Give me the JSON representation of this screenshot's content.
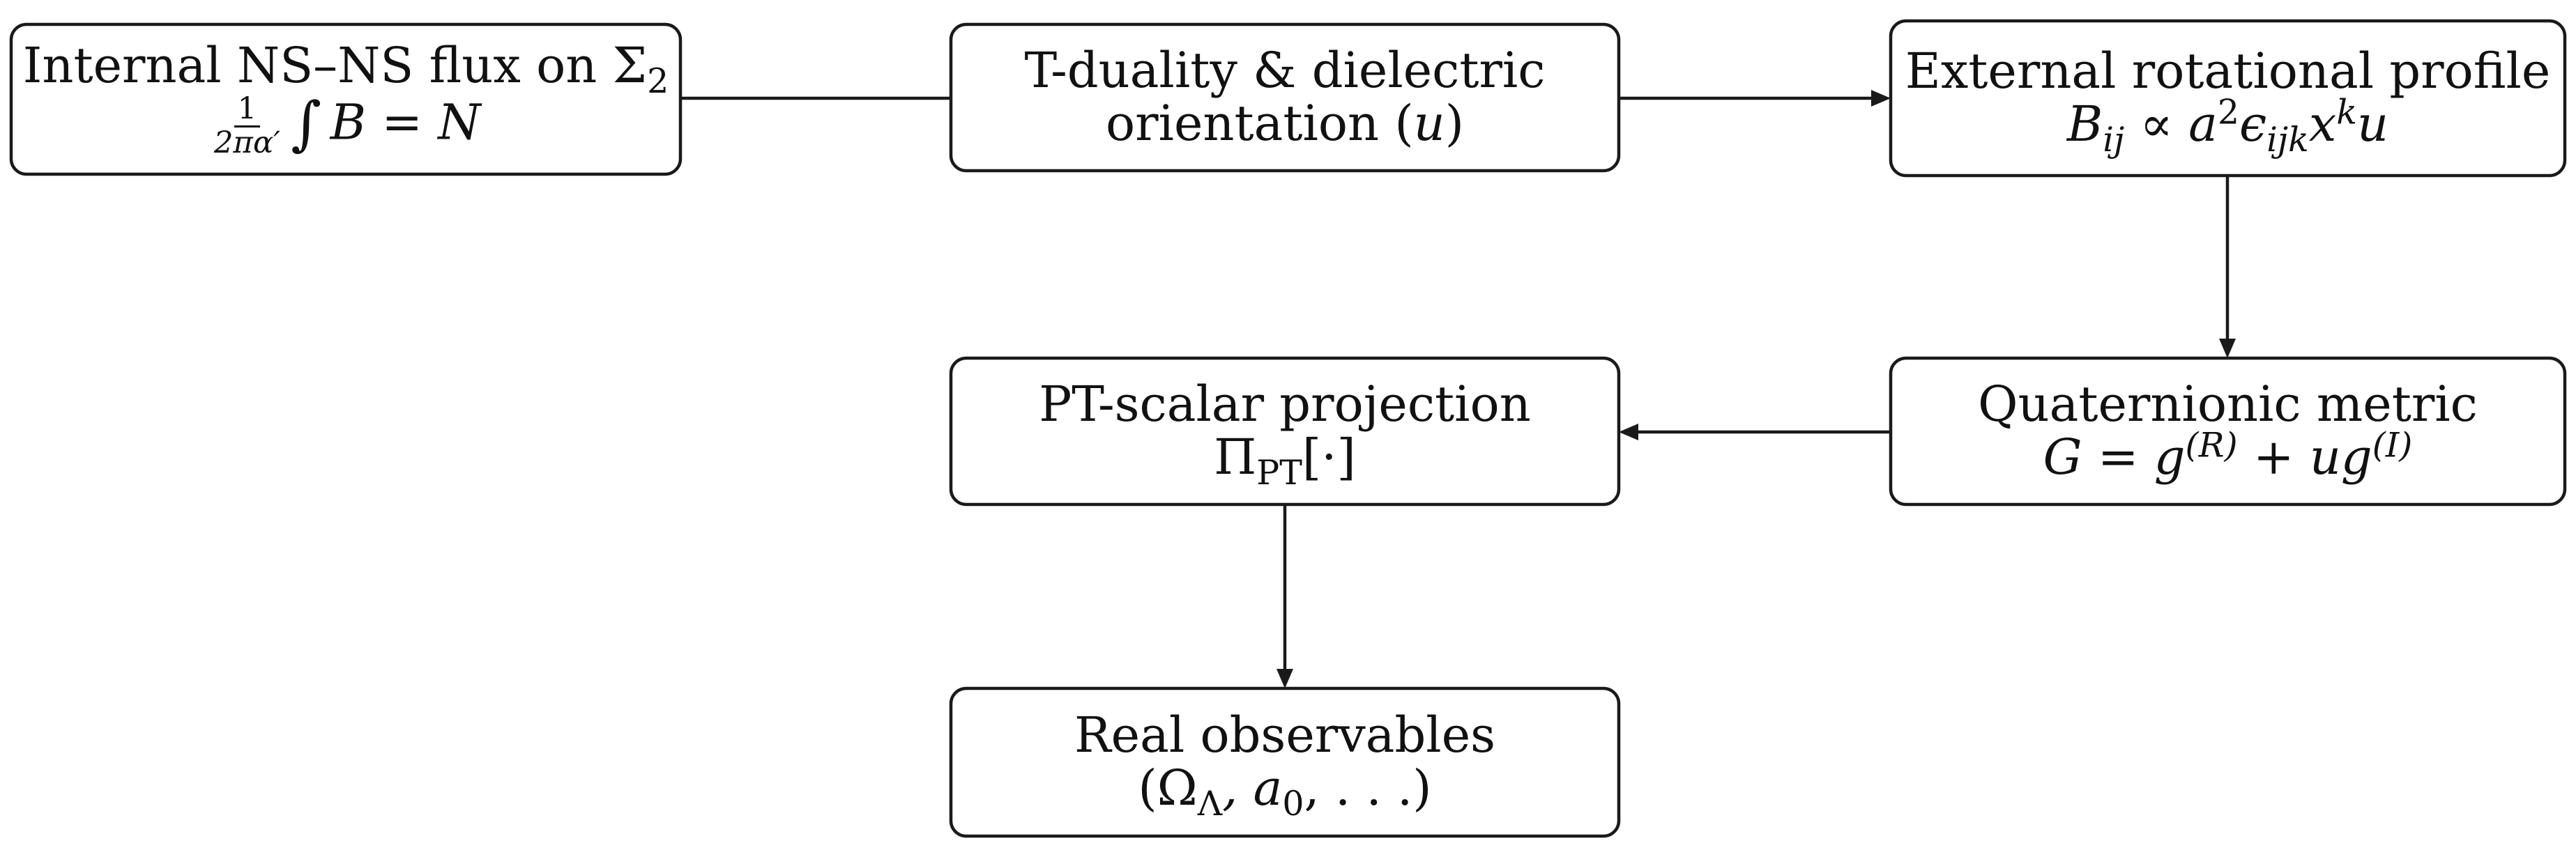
{
  "nodes": {
    "flux": {
      "title": "Internal NS–NS flux on Σ",
      "title_sub": "2",
      "frac_num": "1",
      "frac_den": "2πα′",
      "integral": "∫",
      "expr": "B = N"
    },
    "tduality": {
      "line1": "T-duality & dielectric",
      "line2_text": "orientation (",
      "line2_var": "u",
      "line2_close": ")"
    },
    "rotational": {
      "title": "External rotational profile",
      "b": "B",
      "b_sub": "ij",
      "prop": " ∝ a",
      "a_sup": "2",
      "eps": "ϵ",
      "eps_sub": "ijk",
      "x": "x",
      "x_sup": "k",
      "u": "u"
    },
    "metric": {
      "title": "Quaternionic metric",
      "g_eq": "G = g",
      "g_sup_r": "(R)",
      "plus": " + ug",
      "g_sup_i": "(I)"
    },
    "projection": {
      "title": "PT-scalar projection",
      "pi": "Π",
      "pi_sub": "PT",
      "arg": "[·]"
    },
    "observables": {
      "title": "Real observables",
      "open": "(Ω",
      "omega_sub": "Λ",
      "mid": ", a",
      "a_sub": "0",
      "rest": ", . . .)"
    }
  }
}
